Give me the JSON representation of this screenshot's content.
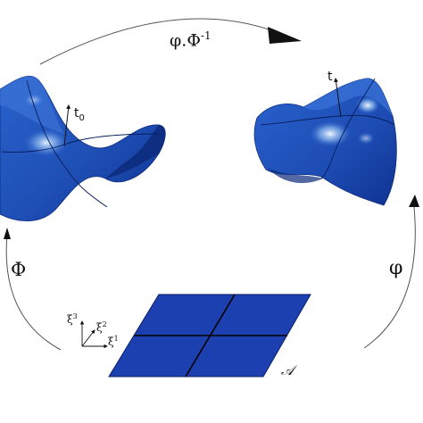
{
  "labels": {
    "top_map": {
      "base": "φ.Φ",
      "sup": "-1"
    },
    "left_map": "Φ",
    "right_map": "φ",
    "reference_vector": {
      "base": "t",
      "sub": "0"
    },
    "current_vector": "t",
    "axes": [
      {
        "base": "ξ",
        "sup": "3"
      },
      {
        "base": "ξ",
        "sup": "2"
      },
      {
        "base": "ξ",
        "sup": "1"
      }
    ],
    "parameter_domain": "𝒜"
  },
  "colors": {
    "surface": "#1f4fb6",
    "surface_dark": "#0d2f86",
    "highlight": "#d9ecff",
    "plane": "#1c40b0",
    "arrow": "#111111"
  }
}
